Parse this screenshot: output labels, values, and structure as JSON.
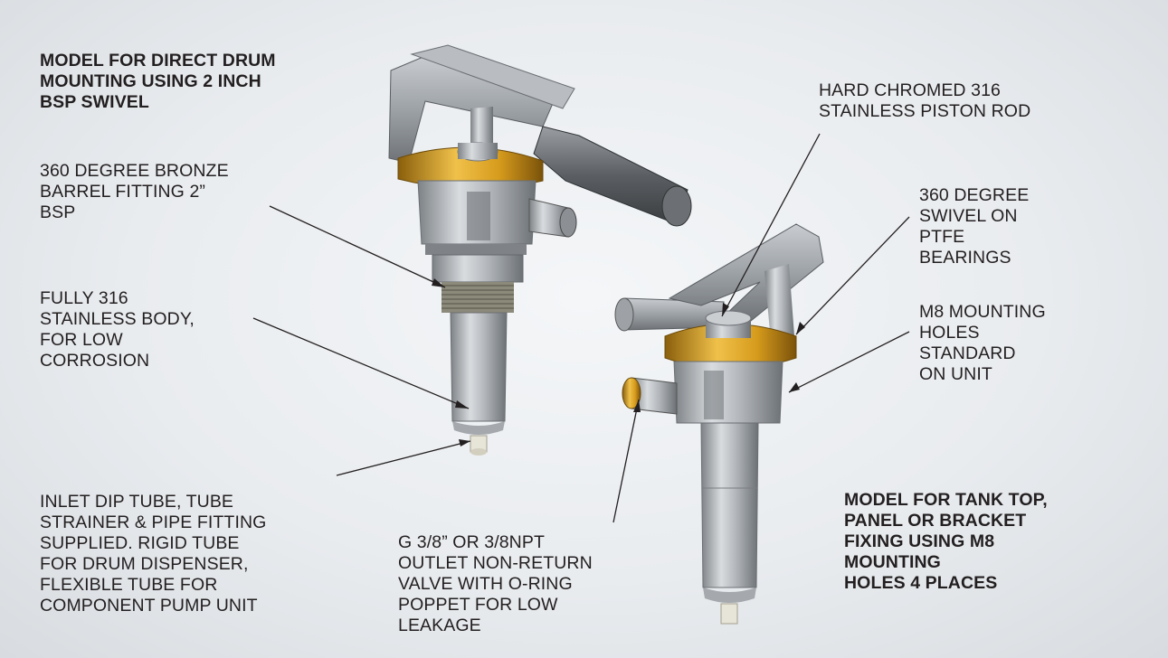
{
  "labels": {
    "model_drum": "MODEL FOR DIRECT DRUM\nMOUNTING USING 2 INCH\nBSP SWIVEL",
    "bronze_fitting": "360 DEGREE BRONZE\nBARREL FITTING 2”\nBSP",
    "stainless_body": "FULLY 316\nSTAINLESS BODY,\nFOR LOW\nCORROSION",
    "inlet_dip_tube": "INLET DIP TUBE, TUBE\nSTRAINER & PIPE FITTING\nSUPPLIED. RIGID TUBE\nFOR DRUM DISPENSER,\nFLEXIBLE TUBE FOR\nCOMPONENT PUMP UNIT",
    "piston_rod": "HARD CHROMED 316\nSTAINLESS PISTON ROD",
    "swivel_ptfe": "360 DEGREE\nSWIVEL ON\nPTFE\nBEARINGS",
    "m8_holes": "M8 MOUNTING\nHOLES\nSTANDARD\nON UNIT",
    "outlet_valve": "G 3/8” OR 3/8NPT\nOUTLET NON-RETURN\nVALVE WITH O-RING\nPOPPET FOR LOW\nLEAKAGE",
    "model_tank": "MODEL FOR TANK TOP,\nPANEL OR BRACKET\nFIXING USING M8\nMOUNTING\nHOLES 4 PLACES"
  },
  "colors": {
    "steel": "#a9adb1",
    "brass": "#d6a21e",
    "text": "#231f20"
  }
}
